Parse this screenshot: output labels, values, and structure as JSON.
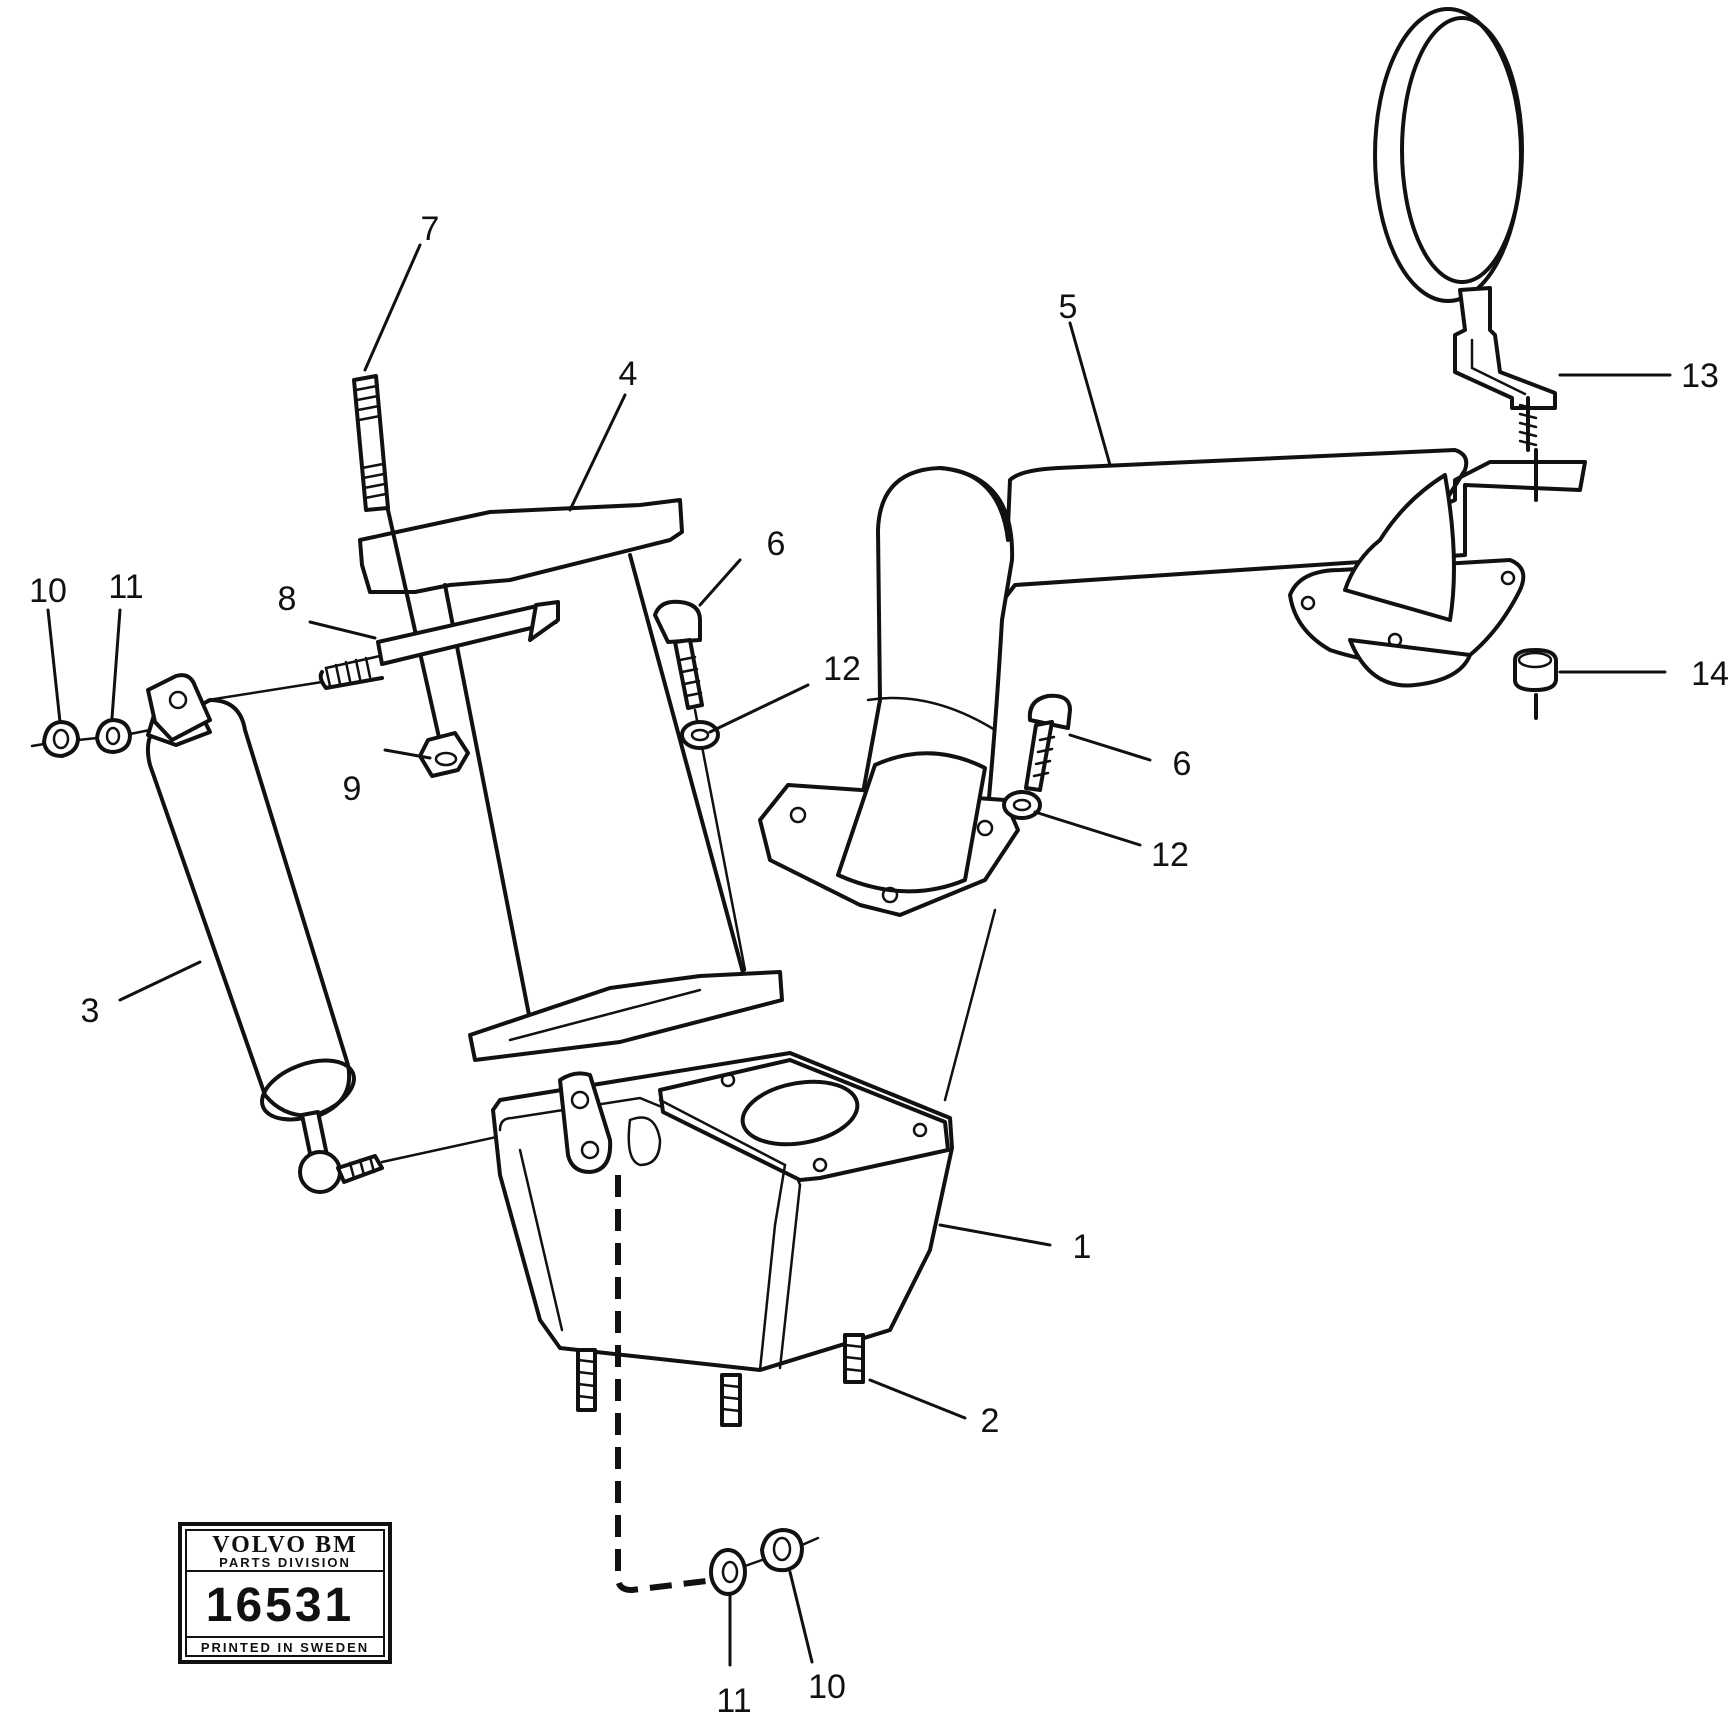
{
  "callouts": {
    "c1": "1",
    "c2": "2",
    "c3": "3",
    "c4": "4",
    "c5": "5",
    "c6a": "6",
    "c6b": "6",
    "c7": "7",
    "c8": "8",
    "c9": "9",
    "c10a": "10",
    "c10b": "10",
    "c11a": "11",
    "c11b": "11",
    "c12a": "12",
    "c12b": "12",
    "c13": "13",
    "c14": "14"
  },
  "stamp": {
    "brand": "VOLVO BM",
    "division": "PARTS DIVISION",
    "number": "16531",
    "footer": "PRINTED IN SWEDEN"
  }
}
